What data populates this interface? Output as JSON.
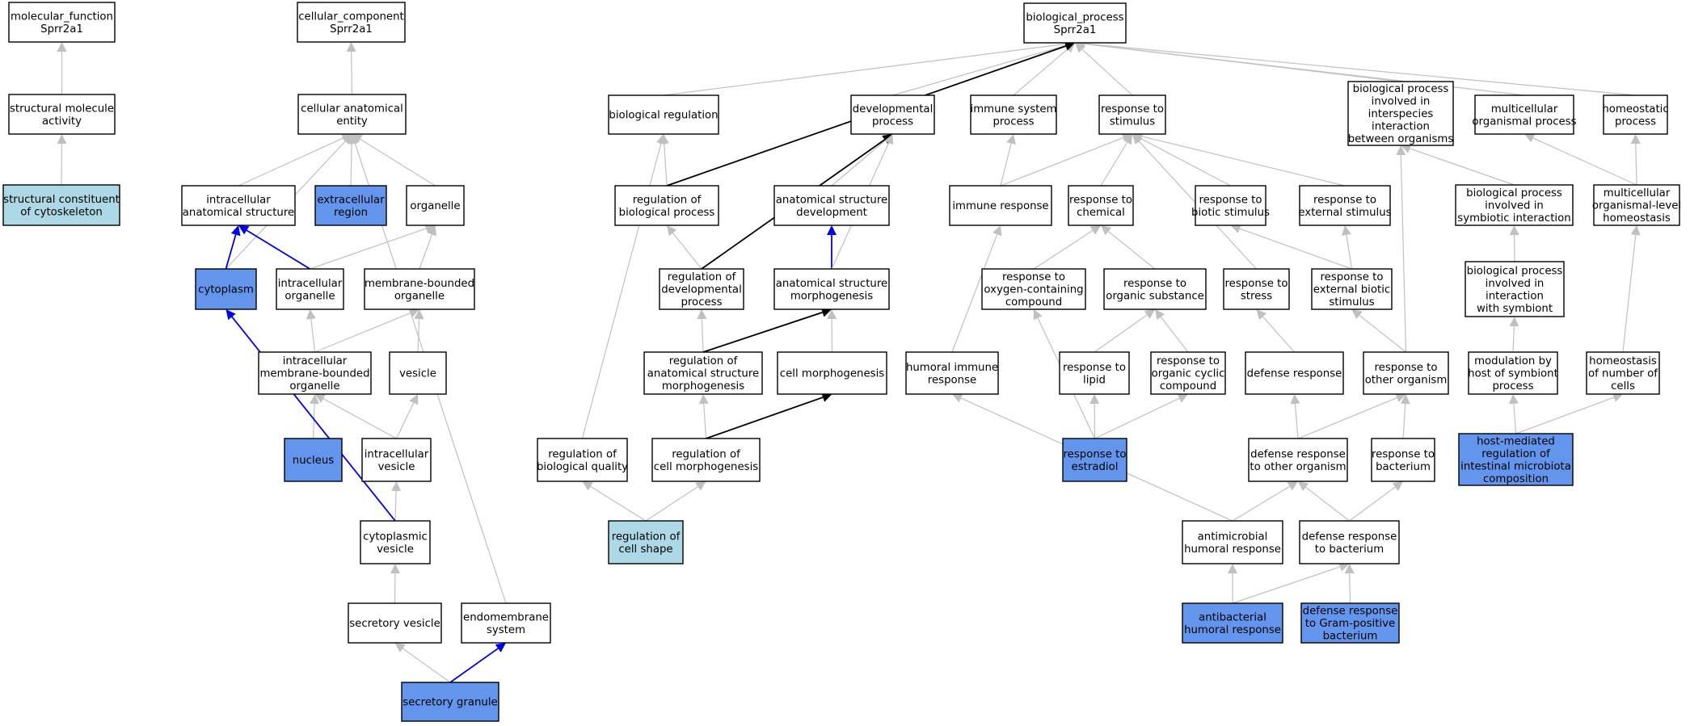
{
  "colors": {
    "plain": "#ffffff",
    "query": "#add8e6",
    "annotated": "#6495ed",
    "edge_is_a": "#c0c0c0",
    "edge_regulates": "#000000",
    "edge_part_of": "#0000ee"
  },
  "nodes": [
    {
      "id": "mf",
      "lines": [
        "molecular_function",
        "Sprr2a1"
      ],
      "kind": "plain"
    },
    {
      "id": "sma",
      "lines": [
        "structural molecule",
        "activity"
      ],
      "kind": "plain"
    },
    {
      "id": "scc",
      "lines": [
        "structural constituent",
        "of cytoskeleton"
      ],
      "kind": "query"
    },
    {
      "id": "cc",
      "lines": [
        "cellular_component",
        "Sprr2a1"
      ],
      "kind": "plain"
    },
    {
      "id": "cae",
      "lines": [
        "cellular anatomical",
        "entity"
      ],
      "kind": "plain"
    },
    {
      "id": "ias",
      "lines": [
        "intracellular",
        "anatomical structure"
      ],
      "kind": "plain"
    },
    {
      "id": "exr",
      "lines": [
        "extracellular",
        "region"
      ],
      "kind": "annotated"
    },
    {
      "id": "org",
      "lines": [
        "organelle"
      ],
      "kind": "plain"
    },
    {
      "id": "cyt",
      "lines": [
        "cytoplasm"
      ],
      "kind": "annotated"
    },
    {
      "id": "iorg",
      "lines": [
        "intracellular",
        "organelle"
      ],
      "kind": "plain"
    },
    {
      "id": "mbo",
      "lines": [
        "membrane-bounded",
        "organelle"
      ],
      "kind": "plain"
    },
    {
      "id": "imbo",
      "lines": [
        "intracellular",
        "membrane-bounded",
        "organelle"
      ],
      "kind": "plain"
    },
    {
      "id": "ves",
      "lines": [
        "vesicle"
      ],
      "kind": "plain"
    },
    {
      "id": "nuc",
      "lines": [
        "nucleus"
      ],
      "kind": "annotated"
    },
    {
      "id": "ives",
      "lines": [
        "intracellular",
        "vesicle"
      ],
      "kind": "plain"
    },
    {
      "id": "cves",
      "lines": [
        "cytoplasmic",
        "vesicle"
      ],
      "kind": "plain"
    },
    {
      "id": "sves",
      "lines": [
        "secretory vesicle"
      ],
      "kind": "plain"
    },
    {
      "id": "endo",
      "lines": [
        "endomembrane",
        "system"
      ],
      "kind": "plain"
    },
    {
      "id": "sgr",
      "lines": [
        "secretory granule"
      ],
      "kind": "annotated"
    },
    {
      "id": "bp",
      "lines": [
        "biological_process",
        "Sprr2a1"
      ],
      "kind": "plain"
    },
    {
      "id": "breg",
      "lines": [
        "biological regulation"
      ],
      "kind": "plain"
    },
    {
      "id": "dev",
      "lines": [
        "developmental",
        "process"
      ],
      "kind": "plain"
    },
    {
      "id": "isp",
      "lines": [
        "immune system",
        "process"
      ],
      "kind": "plain"
    },
    {
      "id": "rts",
      "lines": [
        "response to",
        "stimulus"
      ],
      "kind": "plain"
    },
    {
      "id": "bpii",
      "lines": [
        "biological process",
        "involved in",
        "interspecies",
        "interaction",
        "between organisms"
      ],
      "kind": "plain"
    },
    {
      "id": "mop",
      "lines": [
        "multicellular",
        "organismal process"
      ],
      "kind": "plain"
    },
    {
      "id": "hom",
      "lines": [
        "homeostatic",
        "process"
      ],
      "kind": "plain"
    },
    {
      "id": "rbp",
      "lines": [
        "regulation of",
        "biological process"
      ],
      "kind": "plain"
    },
    {
      "id": "asd",
      "lines": [
        "anatomical structure",
        "development"
      ],
      "kind": "plain"
    },
    {
      "id": "imr",
      "lines": [
        "immune response"
      ],
      "kind": "plain"
    },
    {
      "id": "rch",
      "lines": [
        "response to",
        "chemical"
      ],
      "kind": "plain"
    },
    {
      "id": "rbs",
      "lines": [
        "response to",
        "biotic stimulus"
      ],
      "kind": "plain"
    },
    {
      "id": "res",
      "lines": [
        "response to",
        "external stimulus"
      ],
      "kind": "plain"
    },
    {
      "id": "bpsi",
      "lines": [
        "biological process",
        "involved in",
        "symbiotic interaction"
      ],
      "kind": "plain"
    },
    {
      "id": "mloh",
      "lines": [
        "multicellular",
        "organismal-level",
        "homeostasis"
      ],
      "kind": "plain"
    },
    {
      "id": "rdp",
      "lines": [
        "regulation of",
        "developmental",
        "process"
      ],
      "kind": "plain"
    },
    {
      "id": "asm",
      "lines": [
        "anatomical structure",
        "morphogenesis"
      ],
      "kind": "plain"
    },
    {
      "id": "rocc",
      "lines": [
        "response to",
        "oxygen-containing",
        "compound"
      ],
      "kind": "plain"
    },
    {
      "id": "ros",
      "lines": [
        "response to",
        "organic substance"
      ],
      "kind": "plain"
    },
    {
      "id": "rst",
      "lines": [
        "response to",
        "stress"
      ],
      "kind": "plain"
    },
    {
      "id": "rebs",
      "lines": [
        "response to",
        "external biotic",
        "stimulus"
      ],
      "kind": "plain"
    },
    {
      "id": "bpiws",
      "lines": [
        "biological process",
        "involved in",
        "interaction",
        "with symbiont"
      ],
      "kind": "plain"
    },
    {
      "id": "rasm",
      "lines": [
        "regulation of",
        "anatomical structure",
        "morphogenesis"
      ],
      "kind": "plain"
    },
    {
      "id": "cmo",
      "lines": [
        "cell morphogenesis"
      ],
      "kind": "plain"
    },
    {
      "id": "hir",
      "lines": [
        "humoral immune",
        "response"
      ],
      "kind": "plain"
    },
    {
      "id": "rlip",
      "lines": [
        "response to",
        "lipid"
      ],
      "kind": "plain"
    },
    {
      "id": "rocyc",
      "lines": [
        "response to",
        "organic cyclic",
        "compound"
      ],
      "kind": "plain"
    },
    {
      "id": "defr",
      "lines": [
        "defense response"
      ],
      "kind": "plain"
    },
    {
      "id": "rtoo",
      "lines": [
        "response to",
        "other organism"
      ],
      "kind": "plain"
    },
    {
      "id": "mhs",
      "lines": [
        "modulation by",
        "host of symbiont",
        "process"
      ],
      "kind": "plain"
    },
    {
      "id": "hnc",
      "lines": [
        "homeostasis",
        "of number of",
        "cells"
      ],
      "kind": "plain"
    },
    {
      "id": "rbq",
      "lines": [
        "regulation of",
        "biological quality"
      ],
      "kind": "plain"
    },
    {
      "id": "rcm",
      "lines": [
        "regulation of",
        "cell morphogenesis"
      ],
      "kind": "plain"
    },
    {
      "id": "rest",
      "lines": [
        "response to",
        "estradiol"
      ],
      "kind": "annotated"
    },
    {
      "id": "droo",
      "lines": [
        "defense response",
        "to other organism"
      ],
      "kind": "plain"
    },
    {
      "id": "rbac",
      "lines": [
        "response to",
        "bacterium"
      ],
      "kind": "plain"
    },
    {
      "id": "hmr",
      "lines": [
        "host-mediated",
        "regulation of",
        "intestinal microbiota",
        "composition"
      ],
      "kind": "annotated"
    },
    {
      "id": "rcs",
      "lines": [
        "regulation of",
        "cell shape"
      ],
      "kind": "query"
    },
    {
      "id": "ahr",
      "lines": [
        "antimicrobial",
        "humoral response"
      ],
      "kind": "plain"
    },
    {
      "id": "drb",
      "lines": [
        "defense response",
        "to bacterium"
      ],
      "kind": "plain"
    },
    {
      "id": "abhr",
      "lines": [
        "antibacterial",
        "humoral response"
      ],
      "kind": "annotated"
    },
    {
      "id": "drgp",
      "lines": [
        "defense response",
        "to Gram-positive",
        "bacterium"
      ],
      "kind": "annotated"
    }
  ],
  "edges": [
    [
      "sma",
      "mf",
      "is_a"
    ],
    [
      "scc",
      "sma",
      "is_a"
    ],
    [
      "cae",
      "cc",
      "is_a"
    ],
    [
      "ias",
      "cae",
      "is_a"
    ],
    [
      "exr",
      "cae",
      "is_a"
    ],
    [
      "org",
      "cae",
      "is_a"
    ],
    [
      "cyt",
      "cae",
      "is_a"
    ],
    [
      "cyt",
      "ias",
      "part_of"
    ],
    [
      "iorg",
      "ias",
      "part_of"
    ],
    [
      "iorg",
      "org",
      "is_a"
    ],
    [
      "mbo",
      "org",
      "is_a"
    ],
    [
      "imbo",
      "iorg",
      "is_a"
    ],
    [
      "imbo",
      "mbo",
      "is_a"
    ],
    [
      "ves",
      "mbo",
      "is_a"
    ],
    [
      "nuc",
      "imbo",
      "is_a"
    ],
    [
      "ives",
      "imbo",
      "is_a"
    ],
    [
      "ives",
      "ves",
      "is_a"
    ],
    [
      "cves",
      "ives",
      "is_a"
    ],
    [
      "cves",
      "cyt",
      "part_of"
    ],
    [
      "sves",
      "cves",
      "is_a"
    ],
    [
      "endo",
      "cae",
      "is_a"
    ],
    [
      "sgr",
      "sves",
      "is_a"
    ],
    [
      "sgr",
      "endo",
      "part_of"
    ],
    [
      "breg",
      "bp",
      "is_a"
    ],
    [
      "dev",
      "bp",
      "is_a"
    ],
    [
      "isp",
      "bp",
      "is_a"
    ],
    [
      "rts",
      "bp",
      "is_a"
    ],
    [
      "bpii",
      "bp",
      "is_a"
    ],
    [
      "mop",
      "bp",
      "is_a"
    ],
    [
      "hom",
      "bp",
      "is_a"
    ],
    [
      "rbp",
      "breg",
      "is_a"
    ],
    [
      "rbp",
      "bp",
      "regulates"
    ],
    [
      "asd",
      "dev",
      "is_a"
    ],
    [
      "imr",
      "isp",
      "is_a"
    ],
    [
      "imr",
      "rts",
      "is_a"
    ],
    [
      "rch",
      "rts",
      "is_a"
    ],
    [
      "rbs",
      "rts",
      "is_a"
    ],
    [
      "res",
      "rts",
      "is_a"
    ],
    [
      "bpsi",
      "bpii",
      "is_a"
    ],
    [
      "mloh",
      "mop",
      "is_a"
    ],
    [
      "mloh",
      "hom",
      "is_a"
    ],
    [
      "rdp",
      "rbp",
      "is_a"
    ],
    [
      "rdp",
      "dev",
      "regulates"
    ],
    [
      "asm",
      "asd",
      "part_of"
    ],
    [
      "asm",
      "dev",
      "is_a"
    ],
    [
      "rocc",
      "rch",
      "is_a"
    ],
    [
      "ros",
      "rch",
      "is_a"
    ],
    [
      "rst",
      "rts",
      "is_a"
    ],
    [
      "rebs",
      "rbs",
      "is_a"
    ],
    [
      "rebs",
      "res",
      "is_a"
    ],
    [
      "bpiws",
      "bpsi",
      "is_a"
    ],
    [
      "rasm",
      "rdp",
      "is_a"
    ],
    [
      "rasm",
      "asm",
      "regulates"
    ],
    [
      "cmo",
      "asm",
      "is_a"
    ],
    [
      "hir",
      "imr",
      "is_a"
    ],
    [
      "rlip",
      "ros",
      "is_a"
    ],
    [
      "rocyc",
      "ros",
      "is_a"
    ],
    [
      "defr",
      "rst",
      "is_a"
    ],
    [
      "rtoo",
      "rebs",
      "is_a"
    ],
    [
      "rtoo",
      "bpii",
      "is_a"
    ],
    [
      "mhs",
      "bpiws",
      "is_a"
    ],
    [
      "hnc",
      "mloh",
      "is_a"
    ],
    [
      "rbq",
      "breg",
      "is_a"
    ],
    [
      "rcm",
      "rasm",
      "is_a"
    ],
    [
      "rcm",
      "cmo",
      "regulates"
    ],
    [
      "rest",
      "rocc",
      "is_a"
    ],
    [
      "rest",
      "rlip",
      "is_a"
    ],
    [
      "rest",
      "rocyc",
      "is_a"
    ],
    [
      "droo",
      "defr",
      "is_a"
    ],
    [
      "droo",
      "rtoo",
      "is_a"
    ],
    [
      "rbac",
      "rtoo",
      "is_a"
    ],
    [
      "hmr",
      "mhs",
      "is_a"
    ],
    [
      "hmr",
      "hnc",
      "is_a"
    ],
    [
      "rcs",
      "rbq",
      "is_a"
    ],
    [
      "rcs",
      "rcm",
      "is_a"
    ],
    [
      "ahr",
      "hir",
      "is_a"
    ],
    [
      "ahr",
      "droo",
      "is_a"
    ],
    [
      "drb",
      "droo",
      "is_a"
    ],
    [
      "drb",
      "rbac",
      "is_a"
    ],
    [
      "abhr",
      "ahr",
      "is_a"
    ],
    [
      "abhr",
      "drb",
      "is_a"
    ],
    [
      "drgp",
      "drb",
      "is_a"
    ]
  ]
}
